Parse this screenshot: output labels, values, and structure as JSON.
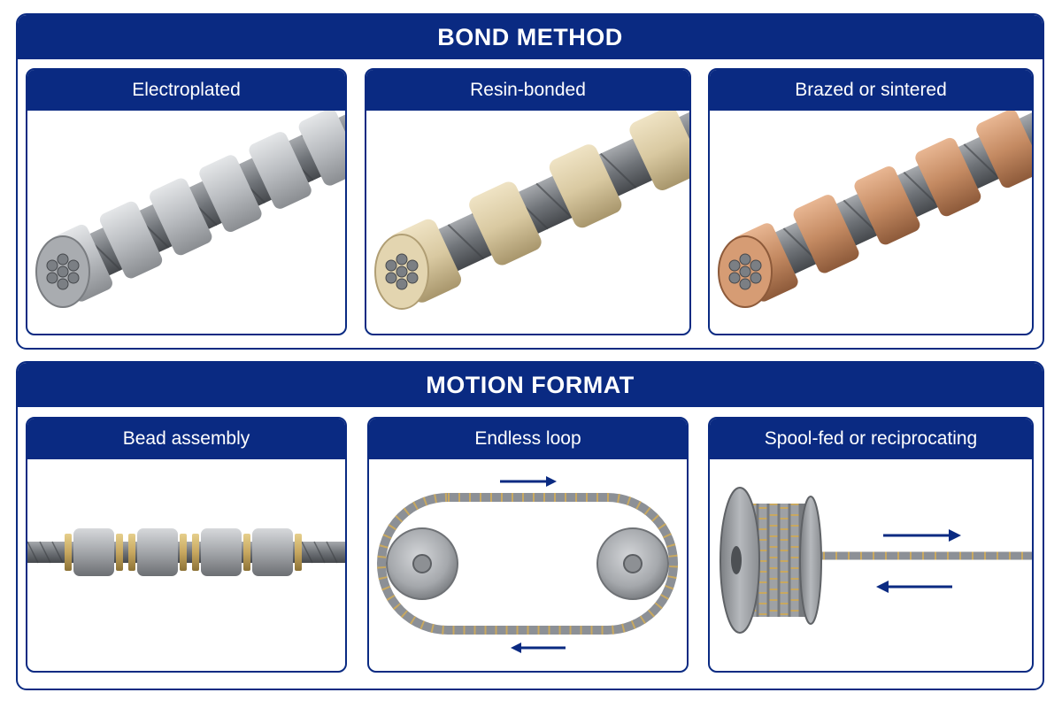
{
  "sections": {
    "bond": {
      "title": "BOND METHOD",
      "cards": [
        {
          "label": "Electroplated",
          "bead_color": "#b9bcc0"
        },
        {
          "label": "Resin-bonded",
          "bead_color": "#d9c9a1"
        },
        {
          "label": "Brazed or sintered",
          "bead_color": "#c48a62"
        }
      ]
    },
    "motion": {
      "title": "MOTION FORMAT",
      "cards": [
        {
          "label": "Bead assembly"
        },
        {
          "label": "Endless loop"
        },
        {
          "label": "Spool-fed or reciprocating"
        }
      ]
    }
  },
  "colors": {
    "frame": "#0a2a82",
    "arrow": "#0a2a82",
    "steel": "#8c9096",
    "spacer": "#c8a860"
  }
}
